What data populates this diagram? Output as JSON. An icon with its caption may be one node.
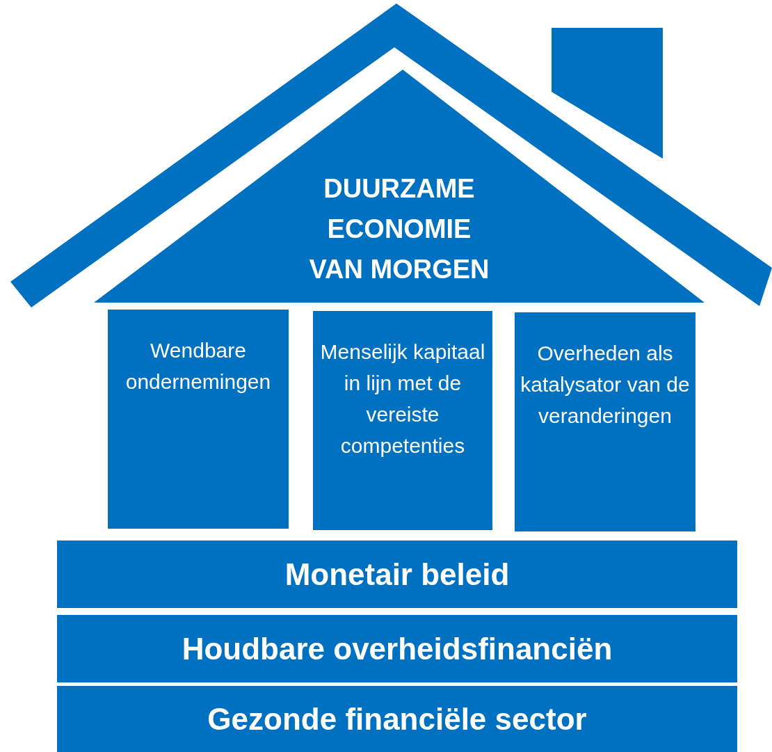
{
  "diagram": {
    "nodes": [
      {
        "text": [
          "DUURZAME ECONOMIE VAN MORGEN"
        ]
      },
      {
        "text": [
          "Wendbare ondernemingen"
        ]
      },
      {
        "text": [
          "Menselijk kapitaal in lijn met de vereiste competenties"
        ]
      },
      {
        "text": [
          "Overheden als katalysator van de veranderingen"
        ]
      },
      {
        "text": [
          "Monetair beleid"
        ]
      },
      {
        "text": [
          "Houdbare overheidsfinanciën"
        ]
      },
      {
        "text": [
          "Gezonde financiële sector"
        ]
      }
    ]
  }
}
